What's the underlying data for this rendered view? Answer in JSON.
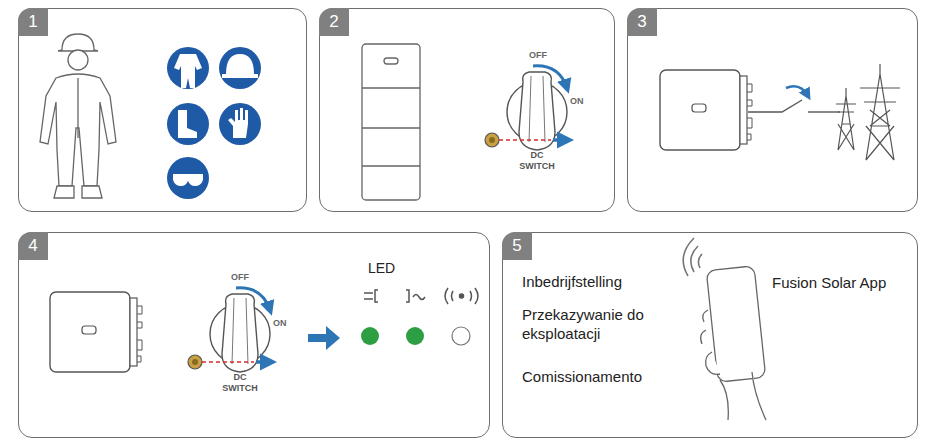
{
  "diagram": {
    "nodes": [
      {
        "text": [
          "1"
        ]
      },
      {
        "text": [
          "2"
        ]
      },
      {
        "text": [
          "3"
        ]
      },
      {
        "text": [
          "4"
        ]
      },
      {
        "text": [
          "5"
        ]
      }
    ],
    "labels": [
      "OFF",
      "ON",
      "DC SWITCH",
      "OFF",
      "ON",
      "DC SWITCH",
      "LED",
      "Inbedrijfstelling",
      "Przekazywanie do eksploatacji",
      "Comissionamento",
      "Fusion Solar App"
    ]
  }
}
